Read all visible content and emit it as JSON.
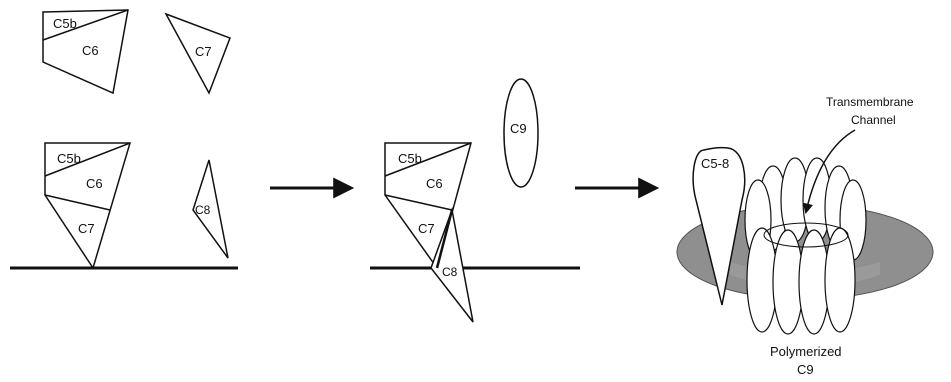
{
  "labels": {
    "c5b": "C5b",
    "c6": "C6",
    "c7": "C7",
    "c8": "C8",
    "c9": "C9",
    "c5_8": "C5-8",
    "transmembrane_line1": "Transmembrane",
    "transmembrane_line2": "Channel",
    "polymerized_line1": "Polymerized",
    "polymerized_line2": "C9"
  },
  "colors": {
    "stroke": "#111111",
    "membrane": "#8f8f8f",
    "membrane_light": "#b8b8b8",
    "fill": "#ffffff"
  }
}
